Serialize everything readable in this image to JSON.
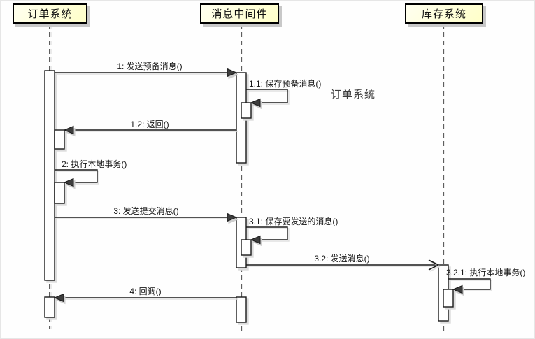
{
  "diagram": {
    "type": "uml-sequence-diagram",
    "participants": [
      {
        "id": "order",
        "label": "订单系统"
      },
      {
        "id": "middleware",
        "label": "消息中间件"
      },
      {
        "id": "inventory",
        "label": "库存系统"
      }
    ],
    "floating_label": "订单系统",
    "messages": [
      {
        "seq": "1",
        "label": "1: 发送预备消息()",
        "from": "订单系统",
        "to": "消息中间件",
        "kind": "sync"
      },
      {
        "seq": "1.1",
        "label": "1.1: 保存预备消息()",
        "from": "消息中间件",
        "to": "消息中间件",
        "kind": "self"
      },
      {
        "seq": "1.2",
        "label": "1.2: 返回()",
        "from": "消息中间件",
        "to": "订单系统",
        "kind": "sync"
      },
      {
        "seq": "2",
        "label": "2: 执行本地事务()",
        "from": "订单系统",
        "to": "订单系统",
        "kind": "self"
      },
      {
        "seq": "3",
        "label": "3: 发送提交消息()",
        "from": "订单系统",
        "to": "消息中间件",
        "kind": "sync"
      },
      {
        "seq": "3.1",
        "label": "3.1: 保存要发送的消息()",
        "from": "消息中间件",
        "to": "消息中间件",
        "kind": "self"
      },
      {
        "seq": "3.2",
        "label": "3.2: 发送消息()",
        "from": "消息中间件",
        "to": "库存系统",
        "kind": "async"
      },
      {
        "seq": "3.2.1",
        "label": "3.2.1: 执行本地事务()",
        "from": "库存系统",
        "to": "库存系统",
        "kind": "self"
      },
      {
        "seq": "4",
        "label": "4: 回调()",
        "from": "消息中间件",
        "to": "订单系统",
        "kind": "sync"
      }
    ],
    "colors": {
      "participant_fill": "#ffffcc",
      "participant_border": "#000000",
      "shadow": "#c8c8c8",
      "line": "#1a1a1a",
      "arrow_fill": "#3d3d3d",
      "background": "#ffffff"
    }
  }
}
